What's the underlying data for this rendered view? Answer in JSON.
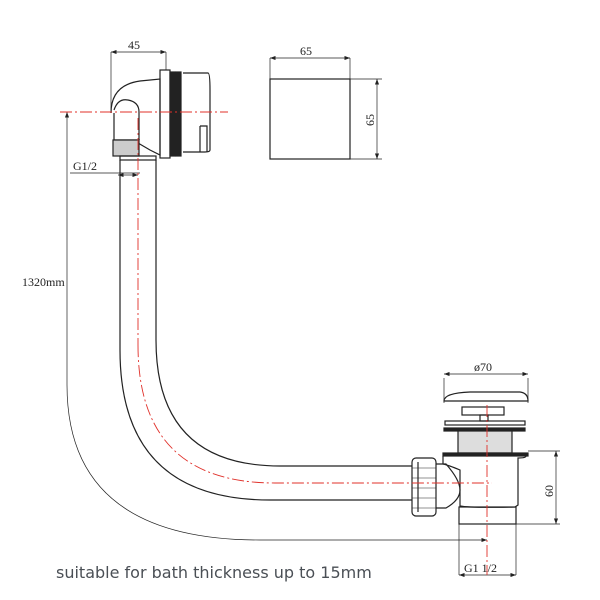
{
  "dimensions": {
    "overflow_depth": "45",
    "plate_width": "65",
    "plate_height": "65",
    "overflow_thread": "G1/2",
    "pipe_length": "1320mm",
    "plug_diameter": "ø70",
    "waste_height": "60",
    "waste_thread": "G1 1/2"
  },
  "caption": "suitable for bath thickness up to 15mm",
  "colors": {
    "line": "#222222",
    "centerline": "#e0302a"
  }
}
